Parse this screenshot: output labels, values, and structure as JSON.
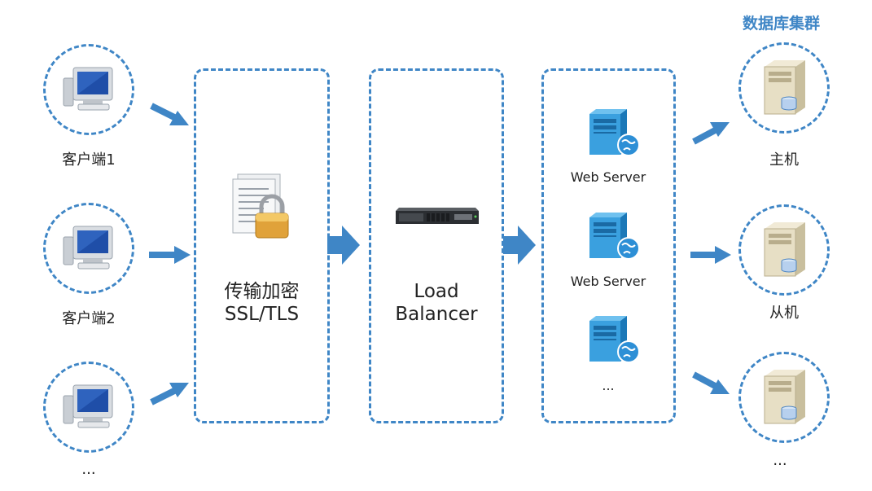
{
  "title": "数据库集群",
  "clients": [
    "客户端1",
    "客户端2",
    "..."
  ],
  "ssl": {
    "line1": "传输加密",
    "line2": "SSL/TLS"
  },
  "load_balancer": {
    "line1": "Load",
    "line2": "Balancer"
  },
  "web_servers": [
    "Web Server",
    "Web Server",
    "..."
  ],
  "db_nodes": [
    "主机",
    "从机",
    "..."
  ],
  "colors": {
    "accent": "#3f86c6",
    "arrow": "#3f86c6"
  },
  "icons": {
    "client": "desktop-computer-icon",
    "ssl": "locked-document-icon",
    "lb": "rack-server-icon",
    "web": "web-server-globe-icon",
    "db": "database-server-icon"
  }
}
